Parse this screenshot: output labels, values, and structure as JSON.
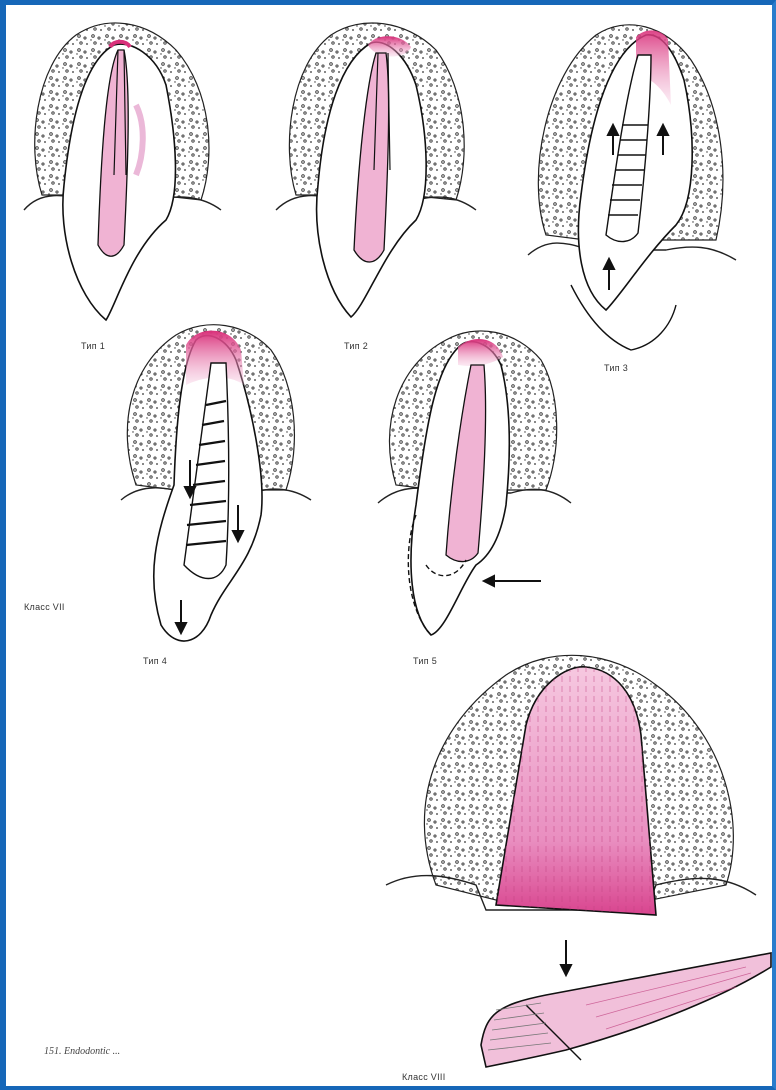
{
  "colors": {
    "frame": "#1667b8",
    "outline": "#1a1a1a",
    "pulp_pink": "#e39ac8",
    "crown_magenta": "#d9307a",
    "bone_dots": "#333333"
  },
  "labels": {
    "type1": "Тип 1",
    "type2": "Тип 2",
    "type3": "Тип 3",
    "type4": "Тип 4",
    "type5": "Тип 5",
    "class7": "Класс VII",
    "class8": "Класс VIII"
  },
  "caption": "151. Endodontic ..."
}
